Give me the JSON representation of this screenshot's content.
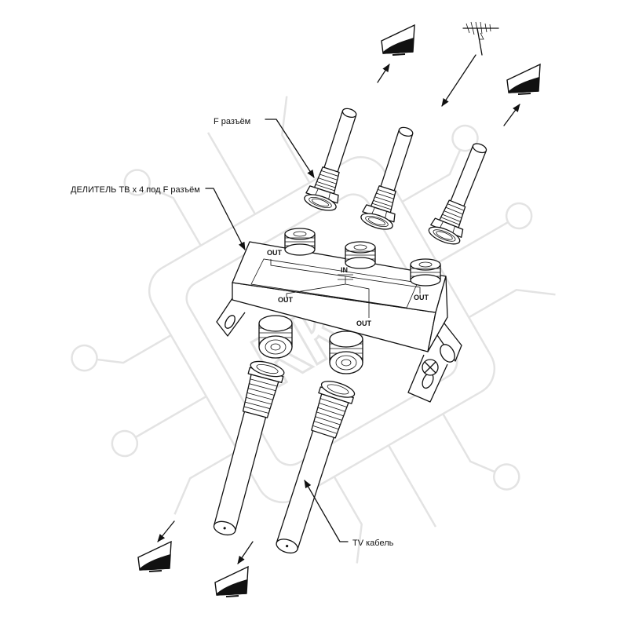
{
  "labels": {
    "f_connector": "F разъём",
    "splitter": "ДЕЛИТЕЛЬ ТВ х 4 под F разъём",
    "tv_cable": "TV кабель"
  },
  "ports": {
    "in": "IN",
    "out": "OUT"
  },
  "watermark": {
    "text": "ККЛ"
  },
  "colors": {
    "line": "#111111",
    "watermark": "#e3e3e3",
    "background": "#ffffff"
  },
  "icons": [
    "tv-screen-icon",
    "antenna-icon",
    "arrow-icon",
    "f-connector-icon",
    "cable-icon",
    "splitter-body"
  ]
}
